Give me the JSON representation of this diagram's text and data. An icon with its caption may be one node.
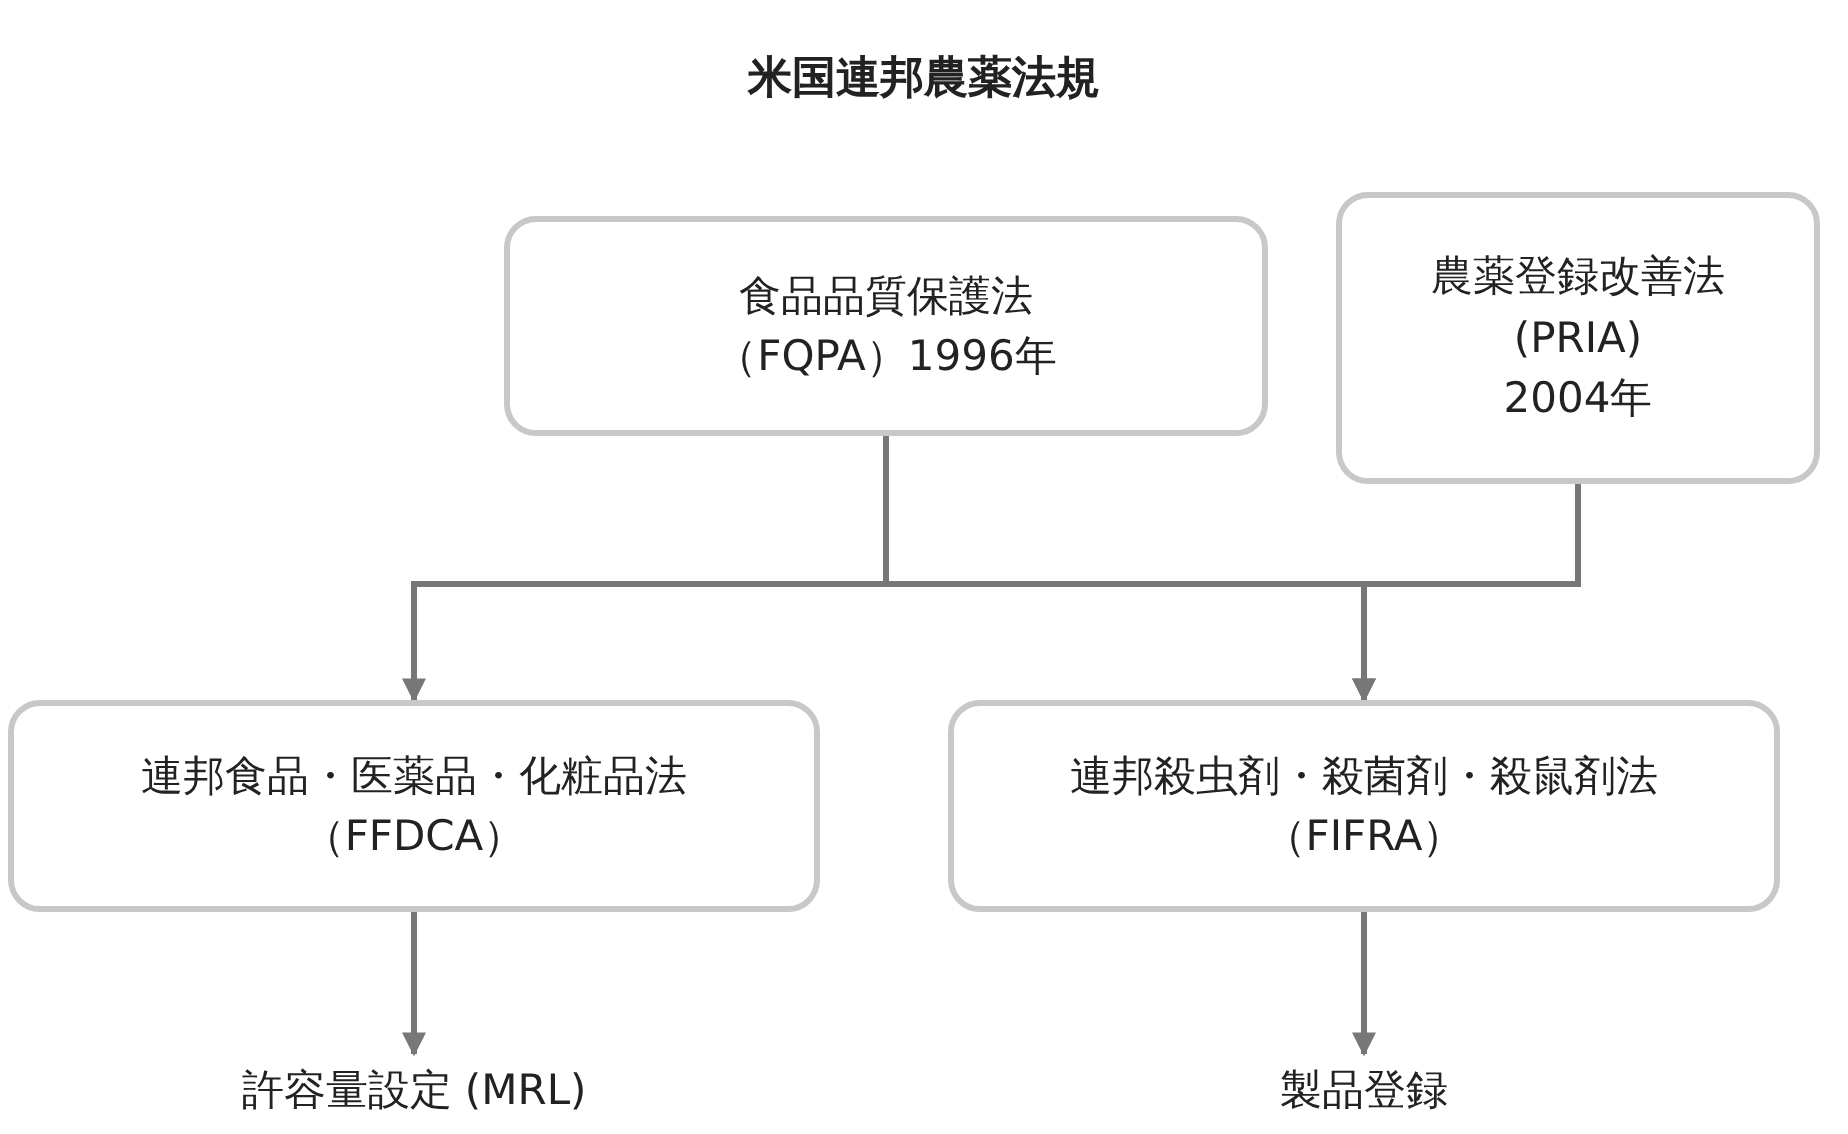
{
  "diagram": {
    "title": "米国連邦農薬法規",
    "nodes": [
      {
        "text": [
          "食品品質保護法（FQPA）1996年"
        ]
      },
      {
        "text": [
          "農薬登録改善法 (PRIA) 2004年"
        ]
      },
      {
        "text": [
          "連邦食品・医薬品・化粧品法（FFDCA）"
        ]
      },
      {
        "text": [
          "連邦殺虫剤・殺菌剤・殺鼠剤法（FIFRA）"
        ]
      },
      {
        "text": [
          "許容量設定 (MRL)"
        ]
      },
      {
        "text": [
          "製品登録"
        ]
      }
    ],
    "edges": [
      {
        "from": 0,
        "to": 2,
        "arrow": "to"
      },
      {
        "from": 0,
        "to": 3,
        "arrow": "to"
      },
      {
        "from": 1,
        "to": 3,
        "arrow": "to"
      },
      {
        "from": 2,
        "to": 4,
        "arrow": "to"
      },
      {
        "from": 3,
        "to": 5,
        "arrow": "to"
      }
    ]
  }
}
